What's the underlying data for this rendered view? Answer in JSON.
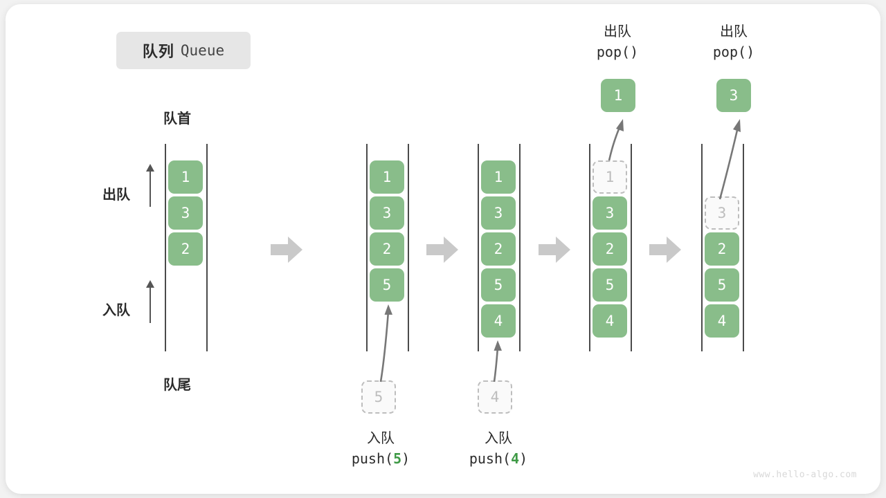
{
  "title": {
    "cn": "队列",
    "en": "Queue"
  },
  "labels": {
    "head": "队首",
    "tail": "队尾",
    "dequeue_side": "出队",
    "enqueue_side": "入队"
  },
  "watermark": "www.hello-algo.com",
  "colors": {
    "cell_green": "#89bd8a",
    "ghost_border": "#bdbdbd",
    "ghost_text": "#bdbdbd",
    "rail": "#4a4a4a",
    "arrow_gray": "#777777",
    "big_arrow": "#c9c9c9",
    "badge_bg": "#e6e6e6",
    "code_num_green": "#3f9a46",
    "text": "#2b2b2b"
  },
  "steps": [
    {
      "id": "initial",
      "cells": [
        "1",
        "3",
        "2"
      ],
      "ghost_incoming": null,
      "ghost_slot": null,
      "popped": null,
      "op_cn": null,
      "op_code": null,
      "op_num": null
    },
    {
      "id": "push-5",
      "cells": [
        "1",
        "3",
        "2",
        "5"
      ],
      "ghost_incoming": "5",
      "ghost_slot": null,
      "popped": null,
      "op_cn": "入队",
      "op_code_prefix": "push(",
      "op_num": "5",
      "op_code_suffix": ")"
    },
    {
      "id": "push-4",
      "cells": [
        "1",
        "3",
        "2",
        "5",
        "4"
      ],
      "ghost_incoming": "4",
      "ghost_slot": null,
      "popped": null,
      "op_cn": "入队",
      "op_code_prefix": "push(",
      "op_num": "4",
      "op_code_suffix": ")"
    },
    {
      "id": "pop-1",
      "cells": [
        "3",
        "2",
        "5",
        "4"
      ],
      "ghost_incoming": null,
      "ghost_slot": "1",
      "popped": "1",
      "op_cn": "出队",
      "op_code_prefix": "pop(",
      "op_num": "",
      "op_code_suffix": ")"
    },
    {
      "id": "pop-3",
      "cells": [
        "2",
        "5",
        "4"
      ],
      "ghost_incoming": null,
      "ghost_slot": "3",
      "popped": "3",
      "op_cn": "出队",
      "op_code_prefix": "pop(",
      "op_num": "",
      "op_code_suffix": ")"
    }
  ]
}
